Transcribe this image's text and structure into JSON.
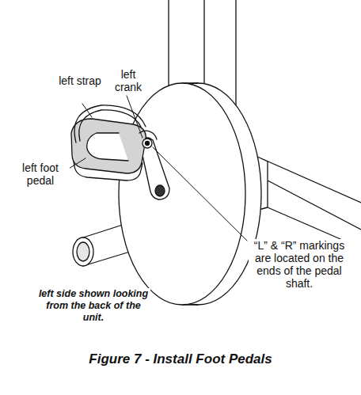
{
  "diagram": {
    "caption": "Figure 7 - Install Foot Pedals",
    "labels": [
      "left strap",
      "left crank",
      "left foot pedal",
      "“L” & “R” markings are located on the ends of the pedal shaft.",
      "left side shown looking from the back of the unit."
    ]
  }
}
